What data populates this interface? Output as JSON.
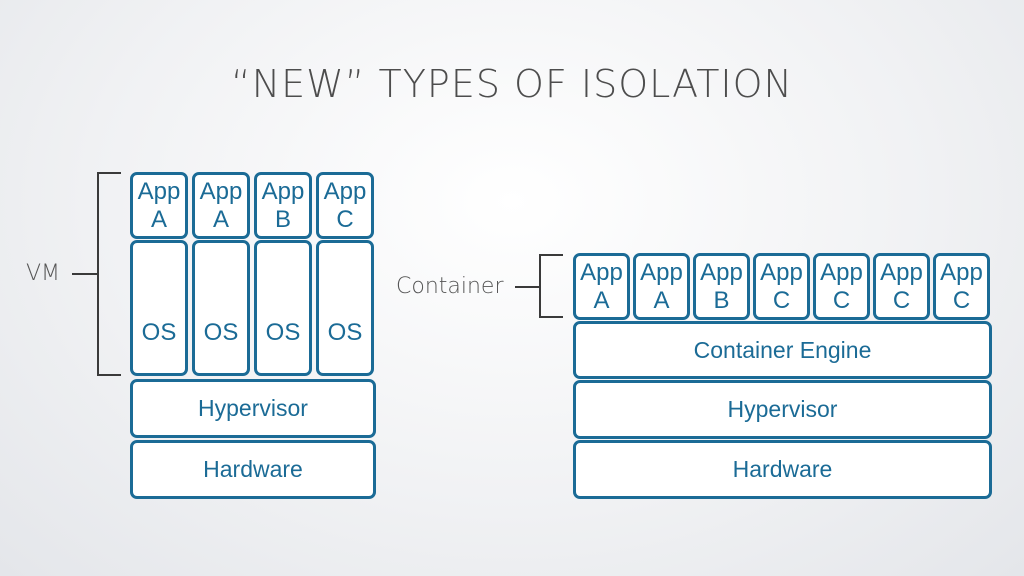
{
  "title": "“NEW” TYPES OF ISOLATION",
  "vm": {
    "label": "VM",
    "apps": [
      {
        "line1": "App",
        "line2": "A"
      },
      {
        "line1": "App",
        "line2": "A"
      },
      {
        "line1": "App",
        "line2": "B"
      },
      {
        "line1": "App",
        "line2": "C"
      }
    ],
    "os": [
      "OS",
      "OS",
      "OS",
      "OS"
    ],
    "hypervisor": "Hypervisor",
    "hardware": "Hardware"
  },
  "container": {
    "label": "Container",
    "apps": [
      {
        "line1": "App",
        "line2": "A"
      },
      {
        "line1": "App",
        "line2": "A"
      },
      {
        "line1": "App",
        "line2": "B"
      },
      {
        "line1": "App",
        "line2": "C"
      },
      {
        "line1": "App",
        "line2": "C"
      },
      {
        "line1": "App",
        "line2": "C"
      },
      {
        "line1": "App",
        "line2": "C"
      }
    ],
    "engine": "Container Engine",
    "hypervisor": "Hypervisor",
    "hardware": "Hardware"
  },
  "colors": {
    "box_border": "#1b6b96",
    "box_text": "#1b6b96",
    "title_text": "#4d4d4d"
  }
}
